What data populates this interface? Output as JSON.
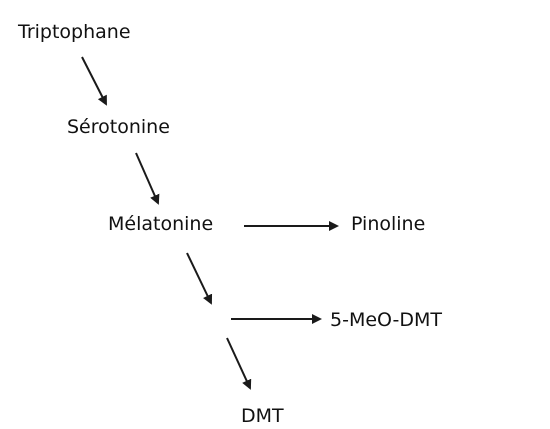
{
  "diagram": {
    "nodes": {
      "tryptophan": "Triptophane",
      "serotonin": "Sérotonine",
      "melatonin": "Mélatonine",
      "pinoline": "Pinoline",
      "meo_dmt": "5-MeO-DMT",
      "dmt": "DMT"
    },
    "colors": {
      "text": "#111111",
      "arrow": "#1a1a1a",
      "background": "#ffffff"
    }
  }
}
